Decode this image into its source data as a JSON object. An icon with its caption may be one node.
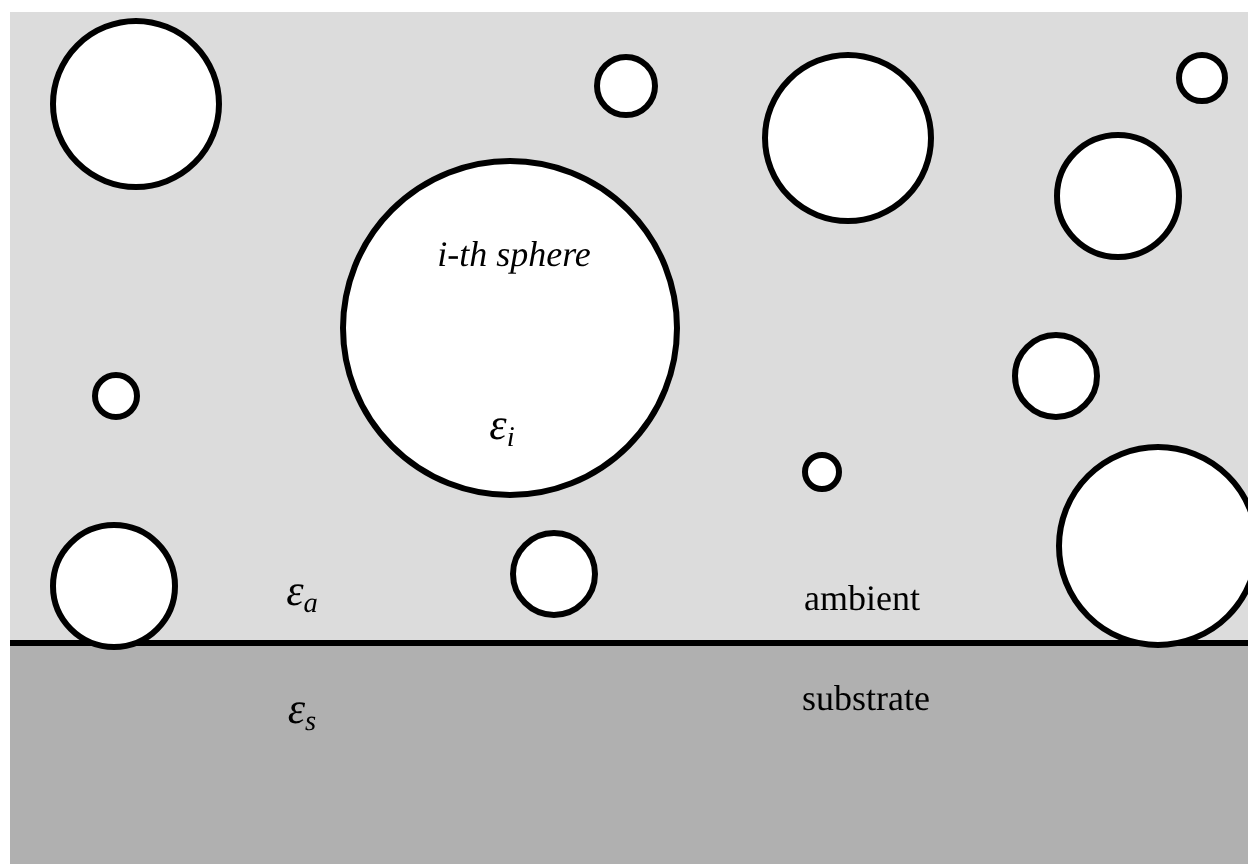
{
  "diagram": {
    "nodes": [
      {
        "text": [
          "ε$_{a}$",
          "ambient"
        ]
      },
      {
        "text": [],
        "shape": "circle",
        "in": 0
      },
      {
        "text": [],
        "shape": "circle",
        "in": 0
      },
      {
        "text": [],
        "shape": "circle",
        "in": 0
      },
      {
        "text": [],
        "shape": "circle",
        "in": 0
      },
      {
        "text": [],
        "shape": "circle",
        "in": 0
      },
      {
        "text": [
          "i-th sphere",
          "ε$_{i}$"
        ],
        "in": 0
      },
      {
        "text": [],
        "shape": "circle",
        "in": 0
      },
      {
        "text": [],
        "shape": "circle",
        "in": 0
      },
      {
        "text": [],
        "shape": "circle",
        "in": 0
      },
      {
        "text": [],
        "shape": "circle",
        "in": 0
      },
      {
        "text": [],
        "shape": "circle",
        "in": 0
      },
      {
        "text": [],
        "shape": "circle",
        "in": 0
      },
      {
        "text": [
          "ε$_{s}$",
          "substrate"
        ]
      }
    ]
  }
}
